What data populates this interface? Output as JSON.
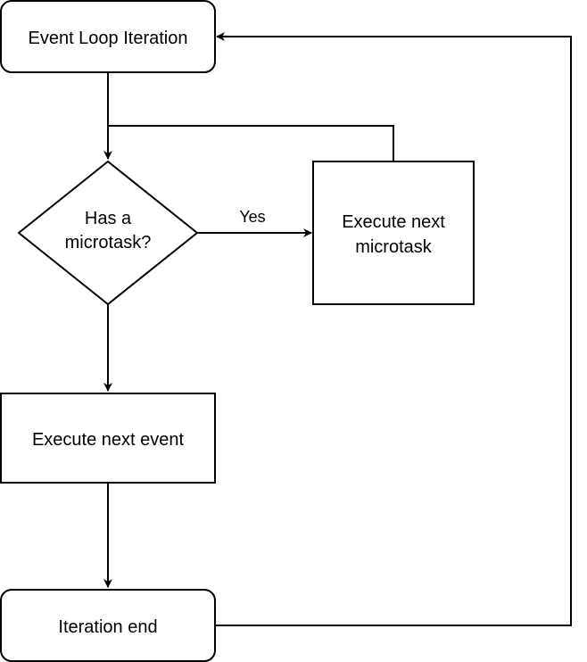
{
  "diagram": {
    "colors": {
      "stroke": "#000000",
      "fill": "#ffffff",
      "text": "#000000"
    },
    "nodes": {
      "start": {
        "label": "Event Loop Iteration"
      },
      "decision": {
        "line1": "Has a",
        "line2": "microtask?"
      },
      "microtask": {
        "line1": "Execute next",
        "line2": "microtask"
      },
      "event": {
        "label": "Execute next event"
      },
      "end": {
        "label": "Iteration end"
      }
    },
    "edges": {
      "yes_label": "Yes"
    }
  }
}
